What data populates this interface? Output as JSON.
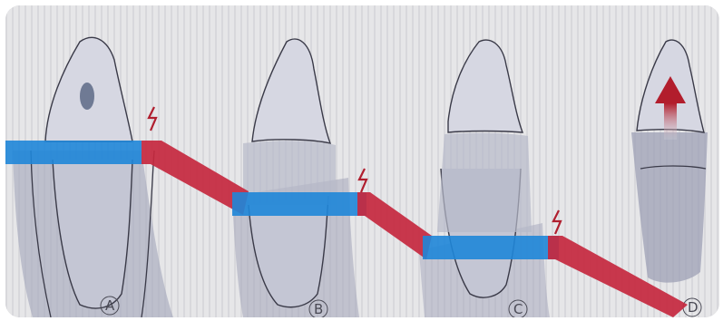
{
  "panels": [
    {
      "label": "A"
    },
    {
      "label": "B"
    },
    {
      "label": "C"
    },
    {
      "label": "D"
    }
  ],
  "colors": {
    "background": "#e2e2e4",
    "tooth_outline": "#3a3a48",
    "tooth_fill": "#c9cad6",
    "bone_fill": "#9ea0b6",
    "bone_stripe": "#b9bbc9",
    "blue_band": "#1f86d8",
    "red_band": "#c6283e",
    "lightning": "#b01e2e",
    "pulp_dot": "#6f7a94",
    "arrow": "#b21d2c"
  },
  "icons": [
    "lightning-icon",
    "arrow-up-icon"
  ]
}
